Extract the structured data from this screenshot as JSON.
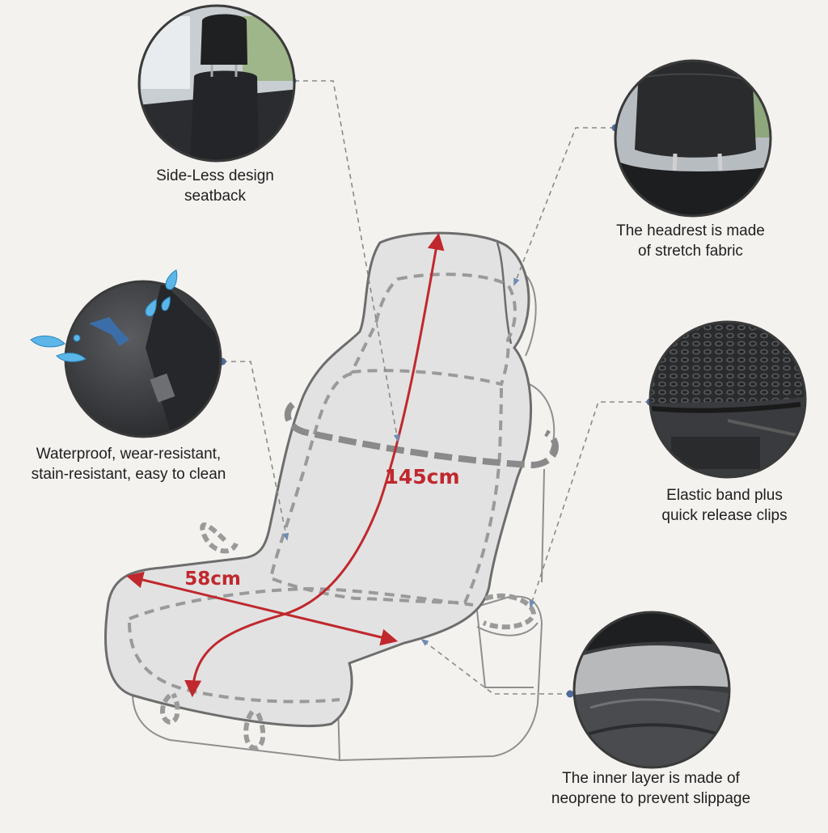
{
  "dimensions": {
    "height_label": "145cm",
    "width_label": "58cm"
  },
  "callouts": [
    {
      "id": "side-less-design",
      "lines": [
        "Side-Less design",
        "seatback"
      ],
      "icon": "car-interior-seatback-photo"
    },
    {
      "id": "headrest-stretch-fabric",
      "lines": [
        "The headrest is made",
        "of stretch fabric"
      ],
      "icon": "headrest-photo"
    },
    {
      "id": "waterproof",
      "lines": [
        "Waterproof, wear-resistant,",
        "stain-resistant, easy to clean"
      ],
      "icon": "water-splash-fabric-photo"
    },
    {
      "id": "elastic-band-clips",
      "lines": [
        "Elastic band plus",
        "quick release clips"
      ],
      "icon": "mesh-elastic-band-photo"
    },
    {
      "id": "neoprene-inner-layer",
      "lines": [
        "The inner layer is made of",
        "neoprene to prevent slippage"
      ],
      "icon": "neoprene-layer-photo"
    }
  ],
  "colors": {
    "background": "#f3f2ef",
    "seat_fill": "#e2e2e2",
    "seat_outline": "#6d6d6d",
    "dimension_arrow": "#c0282d",
    "pointer_dot": "#4e6c97",
    "leader_line": "#8a8a8a"
  }
}
